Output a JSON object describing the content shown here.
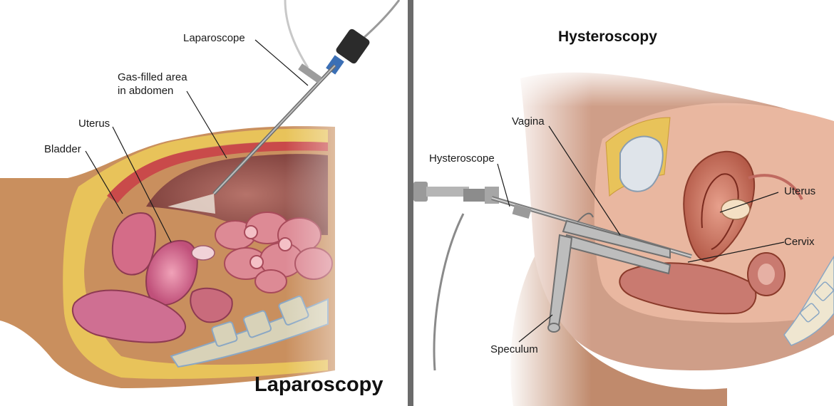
{
  "laparoscopy": {
    "title": "Laparoscopy",
    "labels": {
      "laparoscope": "Laparoscope",
      "gas_line1": "Gas-filled area",
      "gas_line2": "in abdomen",
      "uterus": "Uterus",
      "bladder": "Bladder"
    }
  },
  "hysteroscopy": {
    "title": "Hysteroscopy",
    "labels": {
      "vagina": "Vagina",
      "hysteroscope": "Hysteroscope",
      "uterus": "Uterus",
      "cervix": "Cervix",
      "speculum": "Speculum"
    }
  },
  "colors": {
    "divider": "#6b6b6b",
    "skin": "#c98f5e",
    "fat": "#e8c35a",
    "muscle": "#c94a4a",
    "organ": "#d9708d",
    "cavity": "#8a4a45",
    "spine": "#d8d2b8"
  }
}
